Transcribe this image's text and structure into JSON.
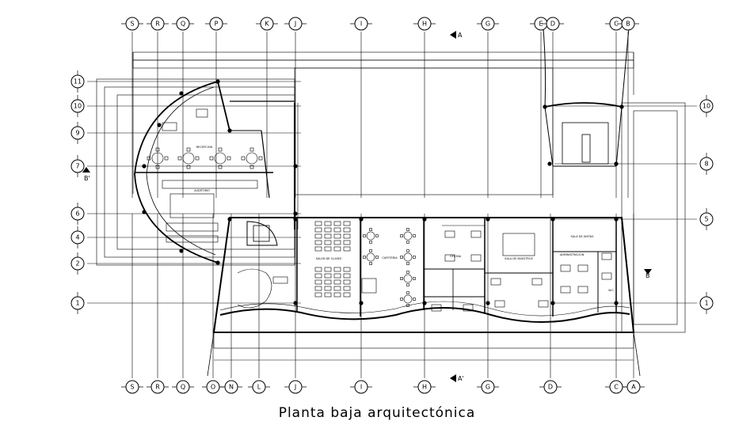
{
  "title": "Planta baja arquitectónica",
  "axes": {
    "top": [
      "S",
      "R",
      "Q",
      "P",
      "K",
      "J",
      "I",
      "H",
      "G",
      "E",
      "D",
      "C",
      "B"
    ],
    "bottom": [
      "S",
      "R",
      "Q",
      "O",
      "N",
      "L",
      "J",
      "I",
      "H",
      "G",
      "D",
      "C",
      "A"
    ],
    "left": [
      "11",
      "10",
      "9",
      "7",
      "6",
      "4",
      "2",
      "1"
    ],
    "right": [
      "10",
      "8",
      "5",
      "1"
    ]
  },
  "sections": {
    "a_top": "A",
    "a_bottom": "A'",
    "b_right": "B",
    "b_left": "B'"
  },
  "rooms": {
    "lobby": "RECEPCION",
    "west": "AUDITORIO",
    "classroom": "SALON DE CLASES",
    "cafe": "CAFETERIA",
    "office1": "OFICINA",
    "office2": "SALA DE MAESTROS",
    "office3": "SALA DE JUNTAS",
    "office4": "ADMINISTRACION",
    "wc": "W.C."
  }
}
